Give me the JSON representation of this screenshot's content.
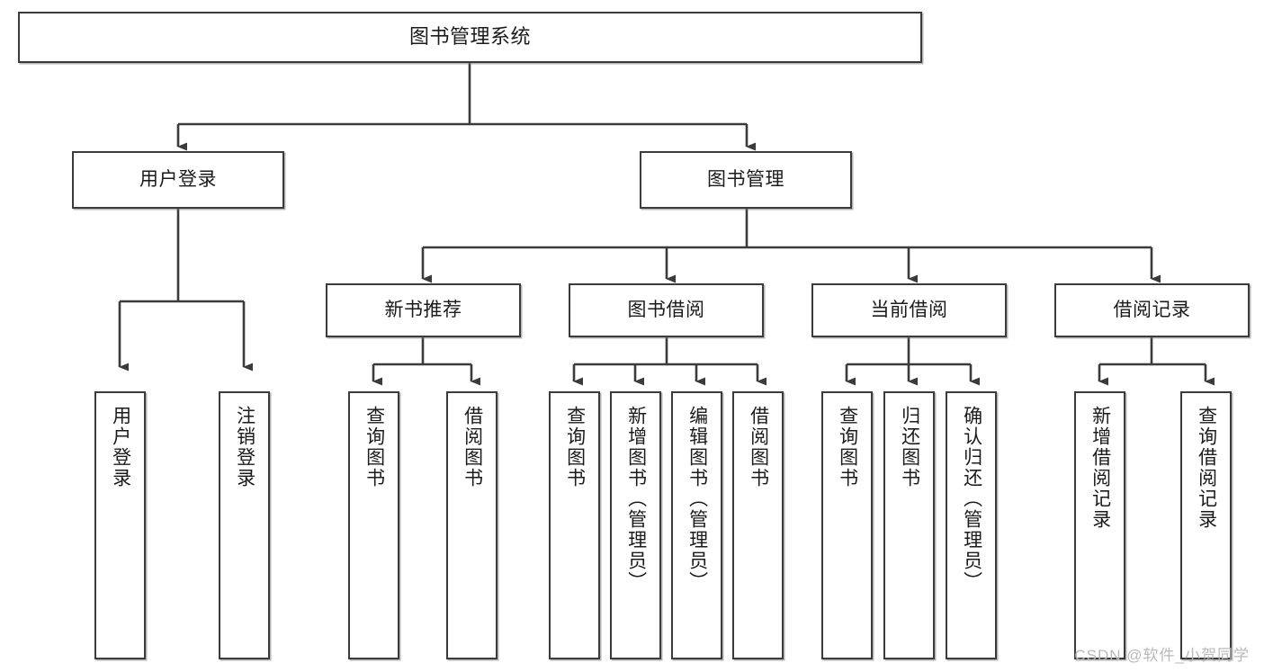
{
  "diagram": {
    "type": "tree-hierarchy-functional-decomposition",
    "root": {
      "label": "图书管理系统"
    },
    "level2": [
      {
        "label": "用户登录"
      },
      {
        "label": "图书管理"
      }
    ],
    "level3": [
      {
        "label": "新书推荐"
      },
      {
        "label": "图书借阅"
      },
      {
        "label": "当前借阅"
      },
      {
        "label": "借阅记录"
      }
    ],
    "leaves": [
      {
        "label": "用户登录"
      },
      {
        "label": "注销登录"
      },
      {
        "label": "查询图书"
      },
      {
        "label": "借阅图书"
      },
      {
        "label": "查询图书"
      },
      {
        "label": "新增图书（管理员）"
      },
      {
        "label": "编辑图书（管理员）"
      },
      {
        "label": "借阅图书"
      },
      {
        "label": "查询图书"
      },
      {
        "label": "归还图书"
      },
      {
        "label": "确认归还（管理员）"
      },
      {
        "label": "新增借阅记录"
      },
      {
        "label": "查询借阅记录"
      }
    ],
    "watermark": "CSDN @软件_小贺同学",
    "colors": {
      "stroke": "#3b3b3b",
      "fill": "#ffffff",
      "text": "#1b1b1b",
      "watermark": "#b9b9b9"
    }
  }
}
